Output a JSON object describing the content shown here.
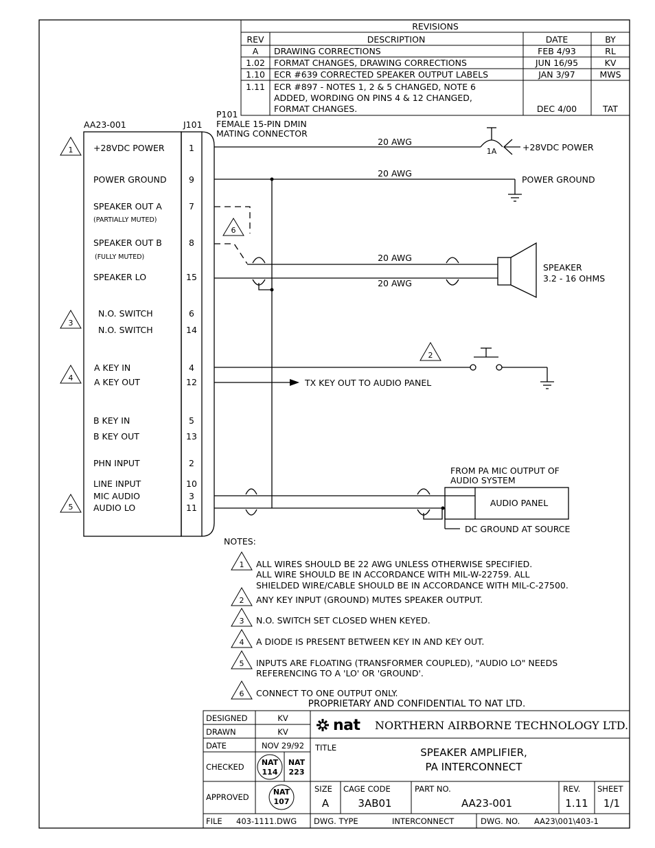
{
  "revisions": {
    "title": "REVISIONS",
    "headers": {
      "rev": "REV",
      "description": "DESCRIPTION",
      "date": "DATE",
      "by": "BY"
    },
    "rows": [
      {
        "rev": "A",
        "lines": [
          "DRAWING CORRECTIONS"
        ],
        "date": "FEB 4/93",
        "by": "RL"
      },
      {
        "rev": "1.02",
        "lines": [
          "FORMAT CHANGES, DRAWING CORRECTIONS"
        ],
        "date": "JUN 16/95",
        "by": "KV"
      },
      {
        "rev": "1.10",
        "lines": [
          "ECR #639 CORRECTED SPEAKER OUTPUT LABELS"
        ],
        "date": "JAN 3/97",
        "by": "MWS"
      },
      {
        "rev": "1.11",
        "lines": [
          "ECR #897 - NOTES 1, 2 & 5 CHANGED, NOTE 6",
          "ADDED, WORDING ON PINS 4 & 12 CHANGED,",
          "FORMAT CHANGES."
        ],
        "date": "DEC 4/00",
        "by": "TAT"
      }
    ]
  },
  "unit": {
    "name": "AA23-001",
    "connector": "J101"
  },
  "plug": {
    "ref": "P101",
    "line1": "FEMALE 15-PIN DMIN",
    "line2": "MATING CONNECTOR"
  },
  "pins": [
    {
      "label": "+28VDC POWER",
      "pin": "1"
    },
    {
      "label": "POWER GROUND",
      "pin": "9"
    },
    {
      "label": "SPEAKER OUT A",
      "sub": "(PARTIALLY MUTED)",
      "pin": "7"
    },
    {
      "label": "SPEAKER OUT B",
      "sub": "(FULLY MUTED)",
      "pin": "8"
    },
    {
      "label": "SPEAKER LO",
      "pin": "15"
    },
    {
      "label": "N.O. SWITCH",
      "pin": "6"
    },
    {
      "label": "N.O. SWITCH",
      "pin": "14"
    },
    {
      "label": "A KEY IN",
      "pin": "4"
    },
    {
      "label": "A KEY OUT",
      "pin": "12"
    },
    {
      "label": "B KEY IN",
      "pin": "5"
    },
    {
      "label": "B KEY OUT",
      "pin": "13"
    },
    {
      "label": "PHN INPUT",
      "pin": "2"
    },
    {
      "label": "LINE INPUT",
      "pin": "10"
    },
    {
      "label": "MIC AUDIO",
      "pin": "3"
    },
    {
      "label": "AUDIO LO",
      "pin": "11"
    }
  ],
  "flags": {
    "f1": "1",
    "f2": "2",
    "f3": "3",
    "f4": "4",
    "f5": "5",
    "f6": "6"
  },
  "wiring": {
    "awg": "20 AWG",
    "fuse": "1A",
    "power": "+28VDC POWER",
    "ground": "POWER GROUND",
    "speaker_line1": "SPEAKER",
    "speaker_line2": "3.2 - 16 OHMS",
    "tx_key": "TX KEY OUT TO AUDIO PANEL",
    "from_pa_line1": "FROM PA MIC OUTPUT OF",
    "from_pa_line2": "AUDIO SYSTEM",
    "audio_panel": "AUDIO PANEL",
    "dc_ground": "DC GROUND AT SOURCE"
  },
  "notes": {
    "heading": "NOTES:",
    "items": [
      {
        "num": "1",
        "lines": [
          "ALL WIRES SHOULD BE 22 AWG UNLESS OTHERWISE SPECIFIED.",
          "ALL WIRE SHOULD BE IN ACCORDANCE WITH MIL-W-22759. ALL",
          "SHIELDED WIRE/CABLE SHOULD BE IN ACCORDANCE WITH MIL-C-27500."
        ]
      },
      {
        "num": "2",
        "lines": [
          "ANY KEY INPUT (GROUND) MUTES SPEAKER OUTPUT."
        ]
      },
      {
        "num": "3",
        "lines": [
          "N.O. SWITCH SET CLOSED WHEN KEYED."
        ]
      },
      {
        "num": "4",
        "lines": [
          "A DIODE IS PRESENT BETWEEN KEY IN AND KEY OUT."
        ]
      },
      {
        "num": "5",
        "lines": [
          "INPUTS ARE FLOATING (TRANSFORMER COUPLED), \"AUDIO LO\" NEEDS",
          "REFERENCING TO A 'LO' OR 'GROUND'."
        ]
      },
      {
        "num": "6",
        "lines": [
          "CONNECT TO ONE OUTPUT ONLY."
        ]
      }
    ]
  },
  "title_block": {
    "proprietary": "PROPRIETARY AND CONFIDENTIAL TO NAT LTD.",
    "designed_label": "DESIGNED",
    "designed": "KV",
    "drawn_label": "DRAWN",
    "drawn": "KV",
    "date_label": "DATE",
    "date": "NOV 29/92",
    "checked_label": "CHECKED",
    "check_stamp1_a": "NAT",
    "check_stamp1_b": "114",
    "check_stamp2_a": "NAT",
    "check_stamp2_b": "223",
    "approved_label": "APPROVED",
    "approve_stamp_a": "NAT",
    "approve_stamp_b": "107",
    "logo": "nat",
    "company": "NORTHERN AIRBORNE TECHNOLOGY LTD.",
    "title_label": "TITLE",
    "title_line1": "SPEAKER AMPLIFIER,",
    "title_line2": "PA INTERCONNECT",
    "size_label": "SIZE",
    "size": "A",
    "cage_label": "CAGE CODE",
    "cage": "3AB01",
    "part_label": "PART NO.",
    "part": "AA23-001",
    "rev_label": "REV.",
    "rev": "1.11",
    "sheet_label": "SHEET",
    "sheet": "1/1",
    "file_label": "FILE",
    "file": "403-1111.DWG",
    "dwg_type_label": "DWG. TYPE",
    "dwg_type": "INTERCONNECT",
    "dwg_no_label": "DWG. NO.",
    "dwg_no": "AA23\\001\\403-1"
  }
}
